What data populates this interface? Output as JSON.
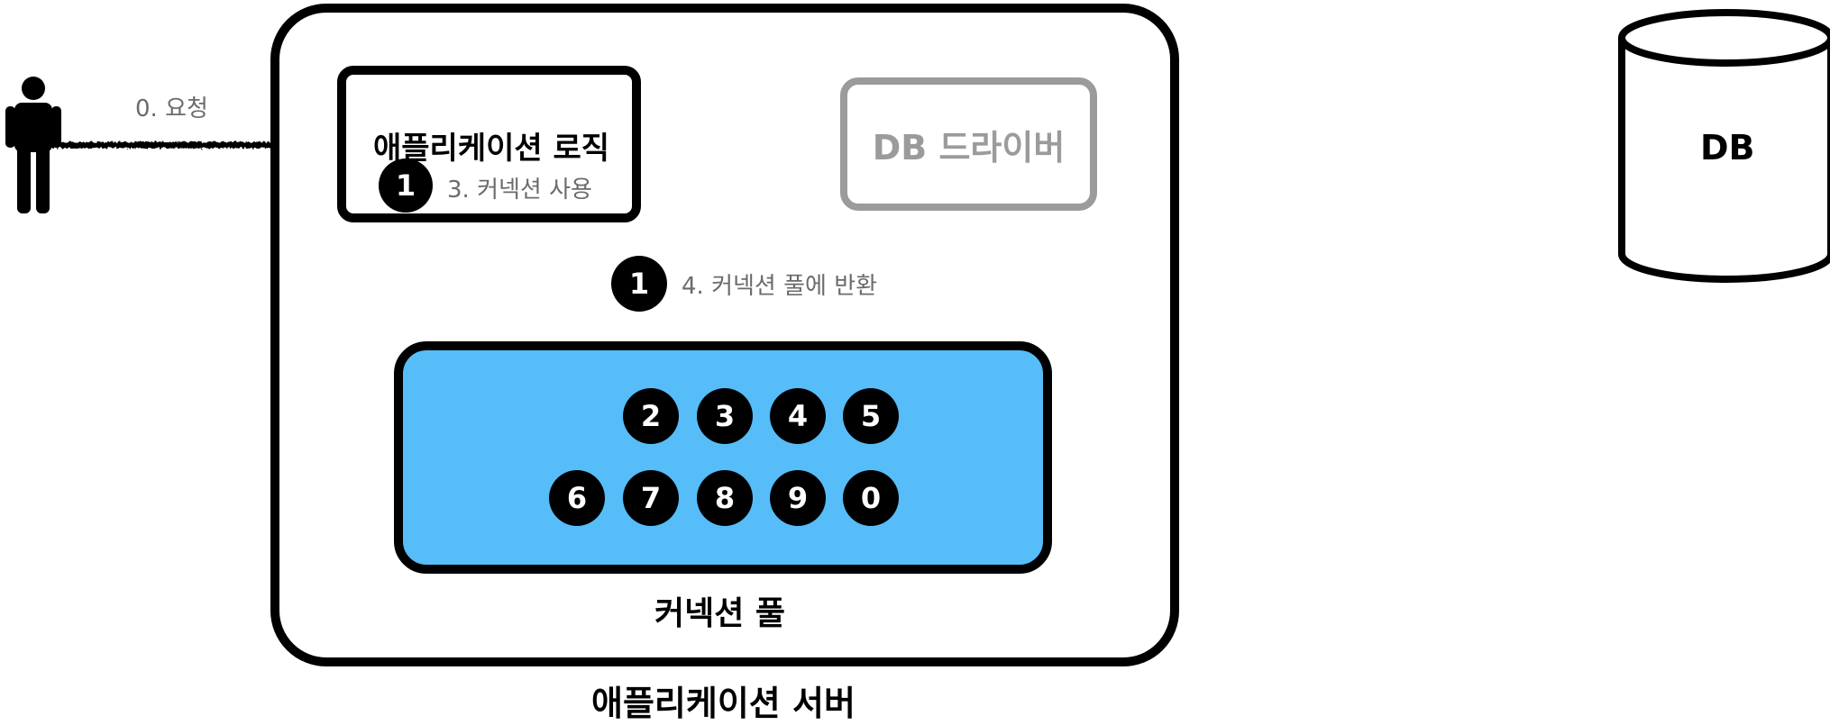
{
  "nodes": {
    "app_server_label": "애플리케이션 서버",
    "app_logic_label": "애플리케이션 로직",
    "db_driver_label": "DB 드라이버",
    "pool_label": "커넥션 풀",
    "db_label": "DB"
  },
  "steps": {
    "request": "0. 요청",
    "use_connection": "3. 커넥션 사용",
    "return_connection": "4. 커넥션 풀에 반환"
  },
  "connections": {
    "in_use": "1",
    "pool_row1": [
      "2",
      "3",
      "4",
      "5"
    ],
    "pool_row2": [
      "6",
      "7",
      "8",
      "9",
      "0"
    ]
  },
  "colors": {
    "pool_fill": "#56bdf8",
    "driver_border": "#9b9b9b",
    "muted_text": "#6b6b6b"
  }
}
